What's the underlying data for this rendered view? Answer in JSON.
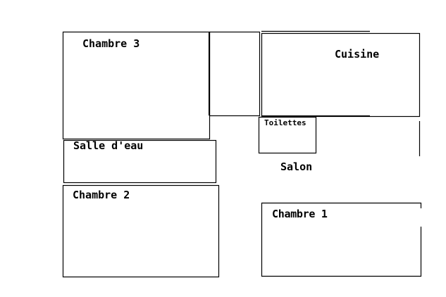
{
  "rooms": {
    "chambre3": "Chambre 3",
    "cuisine": "Cuisine",
    "toilettes": "Toilettes",
    "salle_deau": "Salle d'eau",
    "salon": "Salon",
    "chambre2": "Chambre 2",
    "chambre1": "Chambre 1"
  }
}
